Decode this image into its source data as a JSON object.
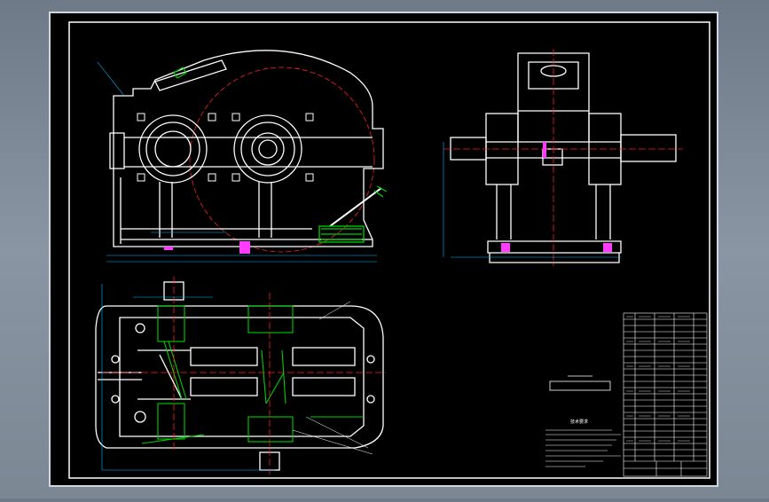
{
  "drawing": {
    "sheet_color": "#000000",
    "line_color": "#ffffff",
    "centerline_color": "#ff2020",
    "section_color": "#00d000",
    "dimension_color": "#00bfff",
    "highlight_color": "#ff3cff",
    "views": [
      {
        "name": "front-view"
      },
      {
        "name": "side-view"
      },
      {
        "name": "top-view"
      }
    ],
    "tech_requirements_title": "技术要求",
    "title_block": {}
  }
}
